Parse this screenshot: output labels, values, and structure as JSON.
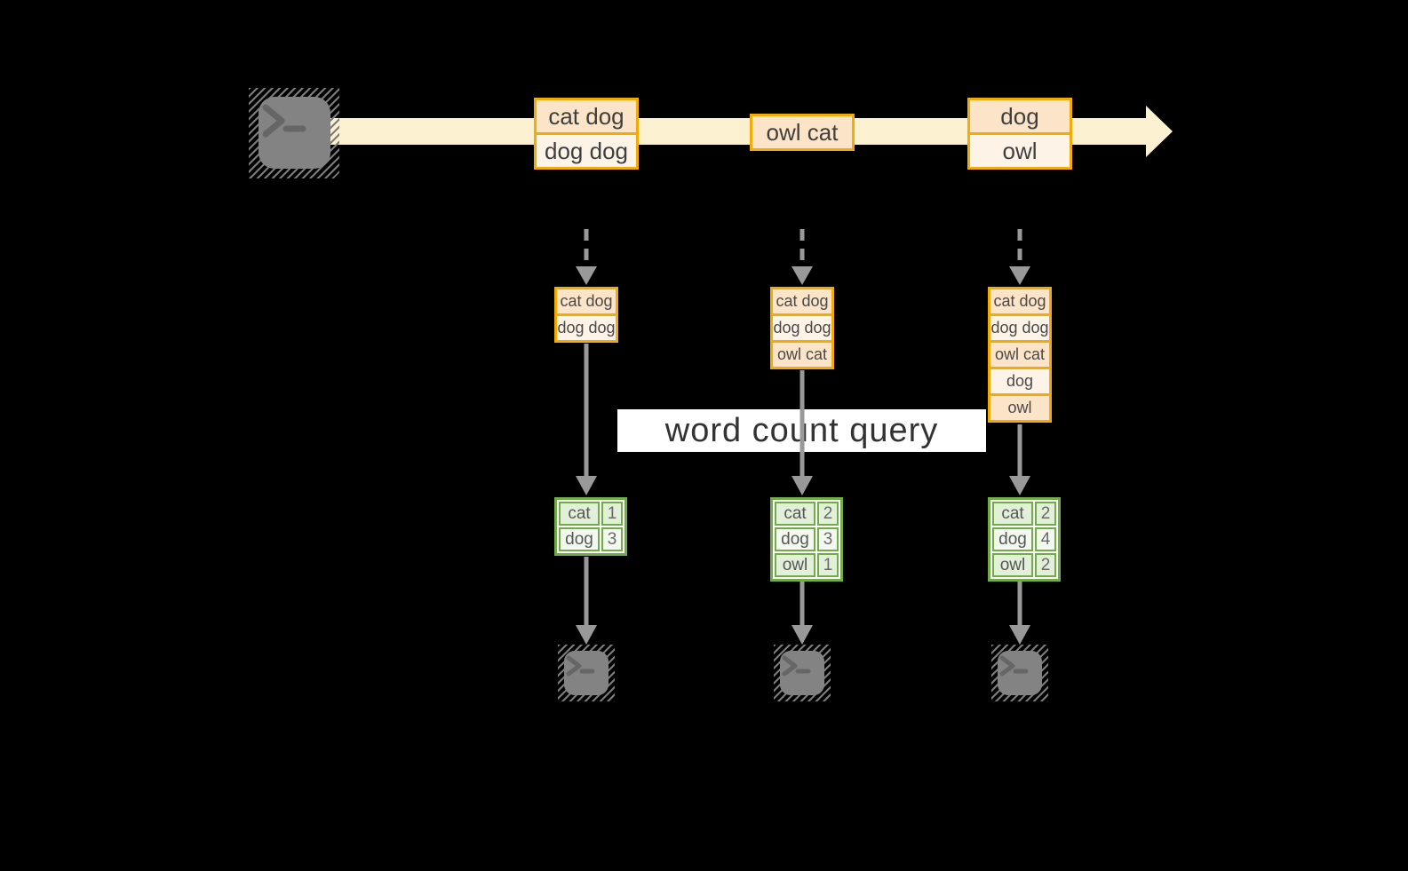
{
  "query": {
    "label": "word count query"
  },
  "stream": {
    "boxes": [
      {
        "rows": [
          "cat dog",
          "dog dog"
        ]
      },
      {
        "rows": [
          "owl cat"
        ]
      },
      {
        "rows": [
          "dog",
          "owl"
        ]
      }
    ]
  },
  "columns": [
    {
      "state_rows": [
        "cat dog",
        "dog dog"
      ],
      "counts": [
        {
          "word": "cat",
          "count": 1
        },
        {
          "word": "dog",
          "count": 3
        }
      ]
    },
    {
      "state_rows": [
        "cat dog",
        "dog dog",
        "owl cat"
      ],
      "counts": [
        {
          "word": "cat",
          "count": 2
        },
        {
          "word": "dog",
          "count": 3
        },
        {
          "word": "owl",
          "count": 1
        }
      ]
    },
    {
      "state_rows": [
        "cat dog",
        "dog dog",
        "owl cat",
        "dog",
        "owl"
      ],
      "counts": [
        {
          "word": "cat",
          "count": 2
        },
        {
          "word": "dog",
          "count": 4
        },
        {
          "word": "owl",
          "count": 2
        }
      ]
    }
  ],
  "icons": {
    "source": "terminal-icon",
    "sinks": [
      "terminal-icon",
      "terminal-icon",
      "terminal-icon"
    ]
  },
  "colors": {
    "background": "#000000",
    "stream_band": "#fbf1d0",
    "box_border": "#f3ab08",
    "box_fill_dark": "#fbe4c7",
    "box_fill_light": "#fdf3e6",
    "table_border": "#70ad47",
    "table_fill_dark": "#e2efd9",
    "table_fill_light": "#f4f9f0",
    "arrow_gray": "#999999",
    "label_background": "#ffffff",
    "text": "#3f3f3f"
  }
}
